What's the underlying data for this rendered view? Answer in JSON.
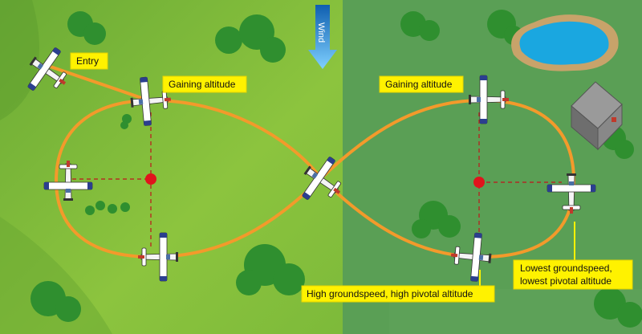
{
  "labels": {
    "entry": "Entry",
    "gaining_left": "Gaining altitude",
    "gaining_right": "Gaining altitude",
    "high": "High groundspeed, high pivotal altitude",
    "lowest_line1": "Lowest groundspeed,",
    "lowest_line2": "lowest pivotal altitude",
    "wind": "Wind"
  },
  "colors": {
    "field_left": "#7fb93a",
    "field_right": "#5a9f55",
    "path": "#f39a2b",
    "pylon": "#e0141c",
    "label_bg": "#fff200",
    "wind_arrow": "#2f8fd6",
    "pond": "#1aa7e0",
    "tree": "#2f8f2f"
  },
  "icons": [
    "airplane-icon",
    "tree-icon",
    "pond-icon",
    "barn-icon",
    "pylon-icon",
    "wind-arrow-icon"
  ]
}
